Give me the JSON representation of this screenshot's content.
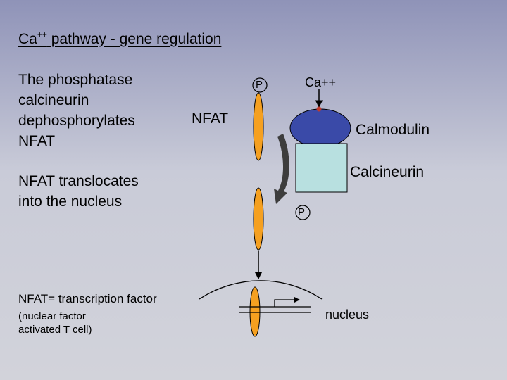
{
  "title": {
    "main": "Ca",
    "superscript": "++",
    "rest": " pathway - gene regulation"
  },
  "text": {
    "para1": "The phosphatase\ncalcineurin\ndephosphorylates\nNFAT",
    "para2": "NFAT translocates\ninto the nucleus",
    "definition": "NFAT= transcription factor",
    "definition_sub": "(nuclear factor\nactivated T cell)"
  },
  "labels": {
    "nfat": "NFAT",
    "ca": "Ca++",
    "calmodulin": "Calmodulin",
    "calcineurin": "Calcineurin",
    "nucleus": "nucleus",
    "phosphate_top": "P",
    "phosphate_bottom": "P"
  },
  "colors": {
    "nfat": "#f5a020",
    "calmodulin": "#3a4aa8",
    "calcineurin": "#b8e0e0",
    "arrow": "#3d3d3d",
    "ca_dot": "#c0392b"
  }
}
